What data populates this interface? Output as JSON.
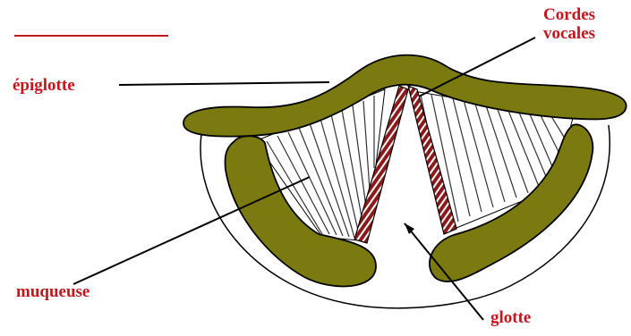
{
  "colors": {
    "label": "#c4161c",
    "cartilage": "#7a7a10",
    "vocal_cords": "#8b1a1a",
    "outline": "#000000",
    "hatch": "#333333",
    "heading_rule": "#c4161c"
  },
  "labels": {
    "epiglotte": "épiglotte",
    "cordes_vocales_line1": "Cordes",
    "cordes_vocales_line2": "vocales",
    "muqueuse": "muqueuse",
    "glotte": "glotte"
  }
}
